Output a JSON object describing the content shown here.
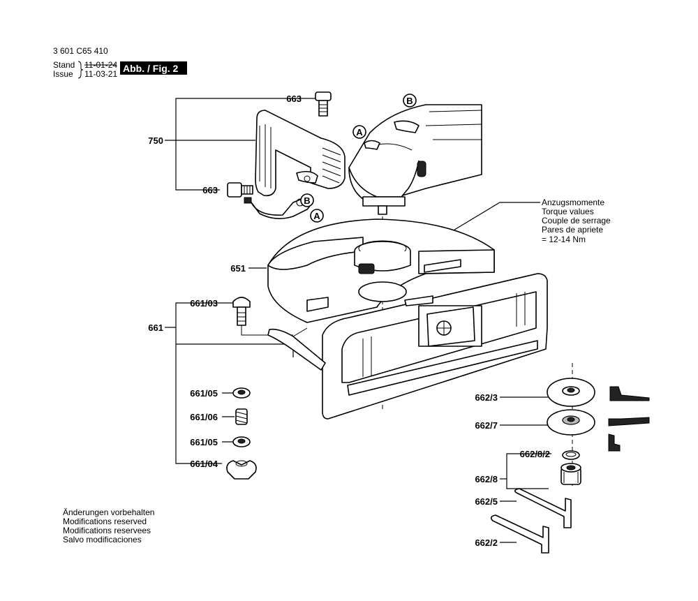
{
  "header": {
    "doc_number": "3 601 C65 410",
    "stand_label": "Stand",
    "stand_date": "11-01-24",
    "issue_label": "Issue",
    "issue_date": "11-03-21",
    "figure_badge": "Abb. / Fig. 2"
  },
  "torque_note": [
    "Anzugsmomente",
    "Torque values",
    "Couple de serrage",
    "Pares de apriete",
    "= 12-14 Nm"
  ],
  "callouts": {
    "A": "A",
    "B": "B"
  },
  "part_labels": {
    "p663_top": "663",
    "p750": "750",
    "p663_bottom": "663",
    "p651": "651",
    "p661_03": "661/03",
    "p661": "661",
    "p661_05_a": "661/05",
    "p661_06": "661/06",
    "p661_05_b": "661/05",
    "p661_04": "661/04",
    "p662_3": "662/3",
    "p662_7": "662/7",
    "p662_8_2": "662/8/2",
    "p662_8": "662/8",
    "p662_5": "662/5",
    "p662_2": "662/2"
  },
  "footer_notes": [
    "Änderungen vorbehalten",
    "Modifications reserved",
    "Modifications reservees",
    "Salvo modificaciones"
  ]
}
